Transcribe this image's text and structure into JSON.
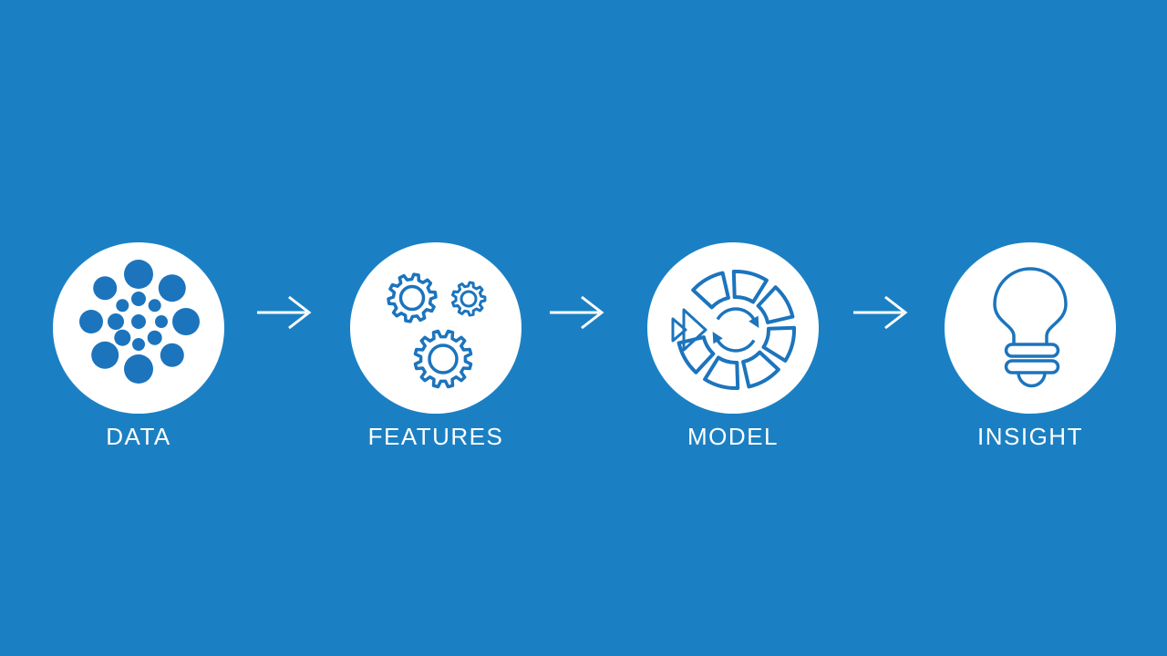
{
  "colors": {
    "bg": "#1b80c3",
    "icon": "#1c74bd",
    "circle": "#ffffff",
    "text": "#ffffff",
    "arrow": "#ffffff"
  },
  "diagram": {
    "title": "data-to-insight pipeline",
    "stages": [
      {
        "label": "DATA",
        "icon": "data-network-icon"
      },
      {
        "label": "FEATURES",
        "icon": "gears-icon"
      },
      {
        "label": "MODEL",
        "icon": "model-cycle-icon"
      },
      {
        "label": "INSIGHT",
        "icon": "lightbulb-icon"
      }
    ],
    "connector": "right-arrow"
  }
}
